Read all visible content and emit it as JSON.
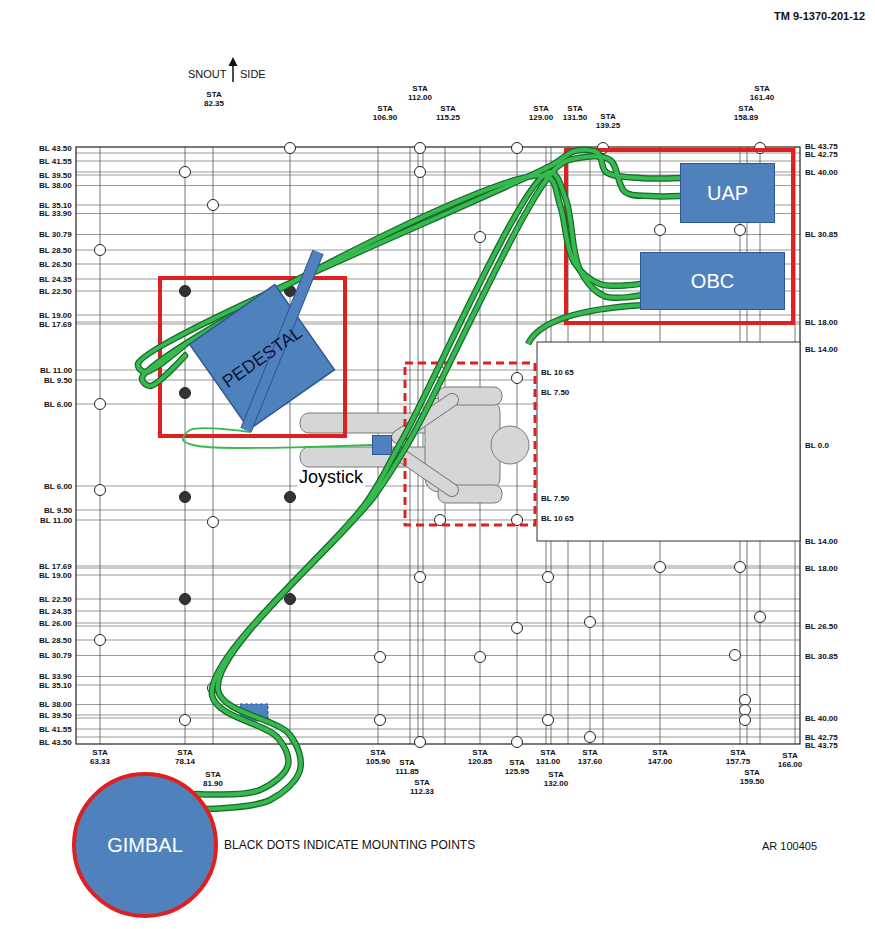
{
  "diagram": {
    "nodes": [
      {
        "text": [
          "UAP"
        ]
      },
      {
        "text": [
          "OBC"
        ]
      },
      {
        "text": [
          "PEDESTAL"
        ]
      },
      {
        "text": [
          "Joystick"
        ]
      },
      {
        "text": [
          "GIMBAL"
        ]
      }
    ],
    "edges": [
      {
        "from": 2,
        "to": 0,
        "arrow": "none"
      },
      {
        "from": 2,
        "to": 1,
        "arrow": "none"
      },
      {
        "from": 4,
        "to": 0,
        "arrow": "none"
      },
      {
        "from": 4,
        "to": 1,
        "arrow": "none"
      },
      {
        "from": 2,
        "to": 3,
        "arrow": "none"
      }
    ],
    "labels": [
      "TM 9-1370-201-12",
      "SNOUT",
      "SIDE",
      "STA 82.35",
      "STA 112.00",
      "STA 106.90",
      "STA 115.25",
      "STA 129.00",
      "STA 131.50",
      "STA 139.25",
      "STA 161.40",
      "STA 158.89",
      "BL 43.50",
      "BL 41.55",
      "BL 39.50",
      "BL 38.00",
      "BL 35.10",
      "BL 33.90",
      "BL 30.79",
      "BL 28.50",
      "BL 26.50",
      "BL 24.35",
      "BL 22.50",
      "BL 19.00",
      "BL 17.69",
      "BL 11.00",
      "BL 9.50",
      "BL 6.00",
      "BL 6.00",
      "BL 9.50",
      "BL 11.00",
      "BL 17.69",
      "BL 19.00",
      "BL 22.50",
      "BL 24.35",
      "BL 26.00",
      "BL 28.50",
      "BL 30.79",
      "BL 33.90",
      "BL 35.10",
      "BL 38.00",
      "BL 39.50",
      "BL 41.55",
      "BL 43.50",
      "BL 43.75",
      "BL 42.75",
      "BL 40.00",
      "BL 30.85",
      "BL 18.00",
      "BL 14.00",
      "BL 0.0",
      "BL 14.00",
      "BL 18.00",
      "BL 26.50",
      "BL 30.85",
      "BL 40.00",
      "BL 42.75",
      "BL 43.75",
      "BL 10 65",
      "BL 7.50",
      "BL 7.50",
      "BL 10 65",
      "STA 63.33",
      "STA 78.14",
      "STA 81.90",
      "STA 105.90",
      "STA 111.85",
      "STA 112.33",
      "STA 120.85",
      "STA 125.95",
      "STA 131.00",
      "STA 132.00",
      "STA 137.60",
      "STA 147.00",
      "STA 157.75",
      "STA 159.50",
      "STA 166.00",
      "BLACK DOTS INDICATE MOUNTING POINTS",
      "AR 100405"
    ]
  }
}
